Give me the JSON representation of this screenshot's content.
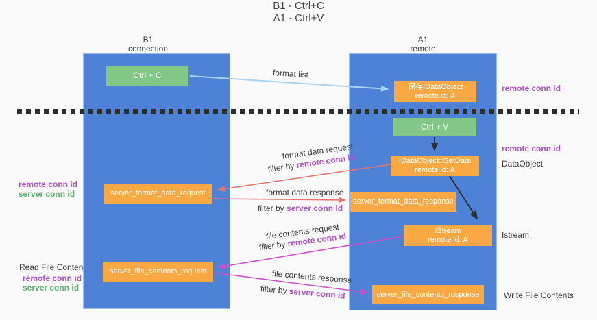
{
  "title": {
    "line1": "B1 - Ctrl+C",
    "line2": "A1 - Ctrl+V"
  },
  "lanes": {
    "left": {
      "name": "B1",
      "role": "connection"
    },
    "right": {
      "name": "A1",
      "role": "remote"
    }
  },
  "boxes": {
    "ctrl_c": {
      "label": "Ctrl + C"
    },
    "ctrl_v": {
      "label": "Ctrl + V"
    },
    "save_dataobject": {
      "line1": "保存IDataObject",
      "line2": "remote id: A"
    },
    "getdata": {
      "line1": "IDataObject::GetData",
      "line2": "remote id: A"
    },
    "istream_box": {
      "line1": "IStream",
      "line2": "remote id: A"
    },
    "format_request": {
      "label": "server_format_data_request"
    },
    "format_response": {
      "label": "server_format_data_response"
    },
    "file_request": {
      "label": "server_file_contents_request"
    },
    "file_response": {
      "label": "server_file_contents_response"
    }
  },
  "labels": {
    "format_list": "format list",
    "format_data_request": "format data request",
    "format_data_response": "format data response",
    "file_contents_request": "file contents request",
    "file_contents_response": "file contents response",
    "filter_by": "filter by ",
    "remote_conn_id": "remote conn id",
    "server_conn_id": "server conn id",
    "read_file_contents": "Read File Contents",
    "write_file_contents": "Write File Contents",
    "dataobject": "DataObject",
    "istream": "Istream"
  },
  "colors": {
    "lane_blue": "#4e82d6",
    "box_orange": "#f9a944",
    "box_green": "#82c785",
    "arrow_blue": "#a9d2f3",
    "arrow_red": "#e8726d",
    "arrow_magenta": "#cf4ecb",
    "arrow_black": "#2f2f2f",
    "text_purple": "#b14fc8",
    "text_green": "#54b46a"
  }
}
